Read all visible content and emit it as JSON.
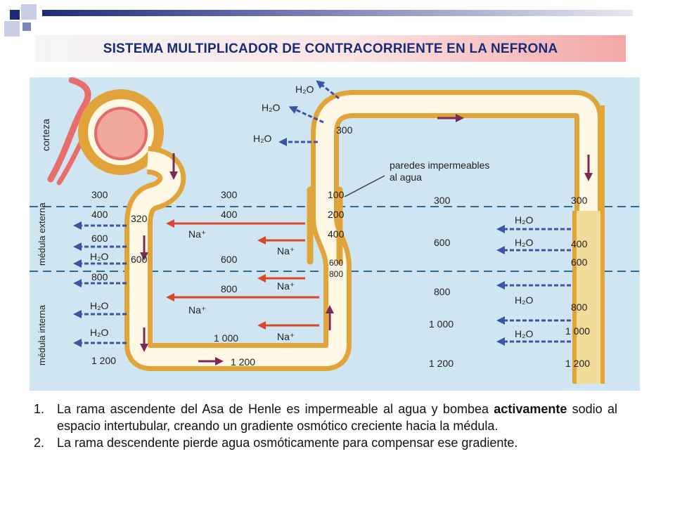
{
  "title": "SISTEMA MULTIPLICADOR DE CONTRACORRIENTE EN LA NEFRONA",
  "colors": {
    "title_text": "#1a2b78",
    "interstitium": "#cfe6f2",
    "tubule_wall": "#e0a43a",
    "tubule_fill": "#fdf7e4",
    "collecting_fill": "#f2dc9a",
    "water_arrow": "#3b55a6",
    "sodium_arrow": "#d9482b",
    "flow_arrow": "#7b2a55",
    "zone_line": "#2a6d9a"
  },
  "diagram": {
    "zones": {
      "cortex": "corteza",
      "outer": "médula externa",
      "inner": "médula interna"
    },
    "water": "H₂O",
    "sodium": "Na⁺",
    "impermeable_label": "paredes impermeables al agua",
    "left_scale": [
      "300",
      "400",
      "600",
      "800",
      "1 200"
    ],
    "descending_values": [
      "320",
      "600"
    ],
    "interstitial_values": [
      "300",
      "400",
      "600",
      "800",
      "1 000"
    ],
    "ascending_values": [
      "100",
      "200",
      "400",
      "600",
      "800"
    ],
    "top_value": "300",
    "bottom_value": "1 200",
    "right_interstitial": [
      "300",
      "600",
      "800",
      "1 000",
      "1 200"
    ],
    "collecting_values": [
      "300",
      "400",
      "600",
      "800",
      "1 000",
      "1 200"
    ]
  },
  "notes": [
    {
      "num": "1.",
      "before": "La rama ascendente del Asa de Henle es impermeable al agua y bombea ",
      "bold": "activamente",
      "after": " sodio al espacio intertubular, creando un gradiente osmótico creciente hacia la médula."
    },
    {
      "num": "2.",
      "text": " La rama descendente pierde agua osmóticamente para compensar ese gradiente."
    }
  ]
}
